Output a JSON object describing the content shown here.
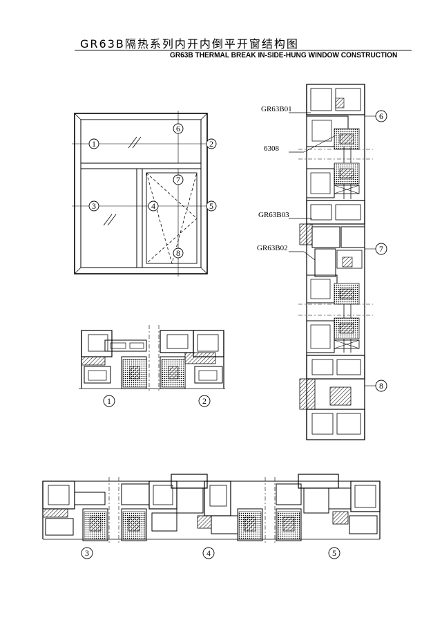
{
  "title_cn": "GR63B隔热系列内开内倒平开窗结构图",
  "title_en": "GR63B THERMAL BREAK IN-SIDE-HUNG WINDOW CONSTRUCTION",
  "part_labels": [
    "GR63B01",
    "6308",
    "GR63B03",
    "GR63B02"
  ],
  "section_markers": [
    "1",
    "2",
    "3",
    "4",
    "5",
    "6",
    "7",
    "8"
  ],
  "section_captions": {
    "one": "1",
    "two": "2",
    "three": "3",
    "four": "4",
    "five": "5",
    "six": "6",
    "seven": "7",
    "eight": "8"
  }
}
